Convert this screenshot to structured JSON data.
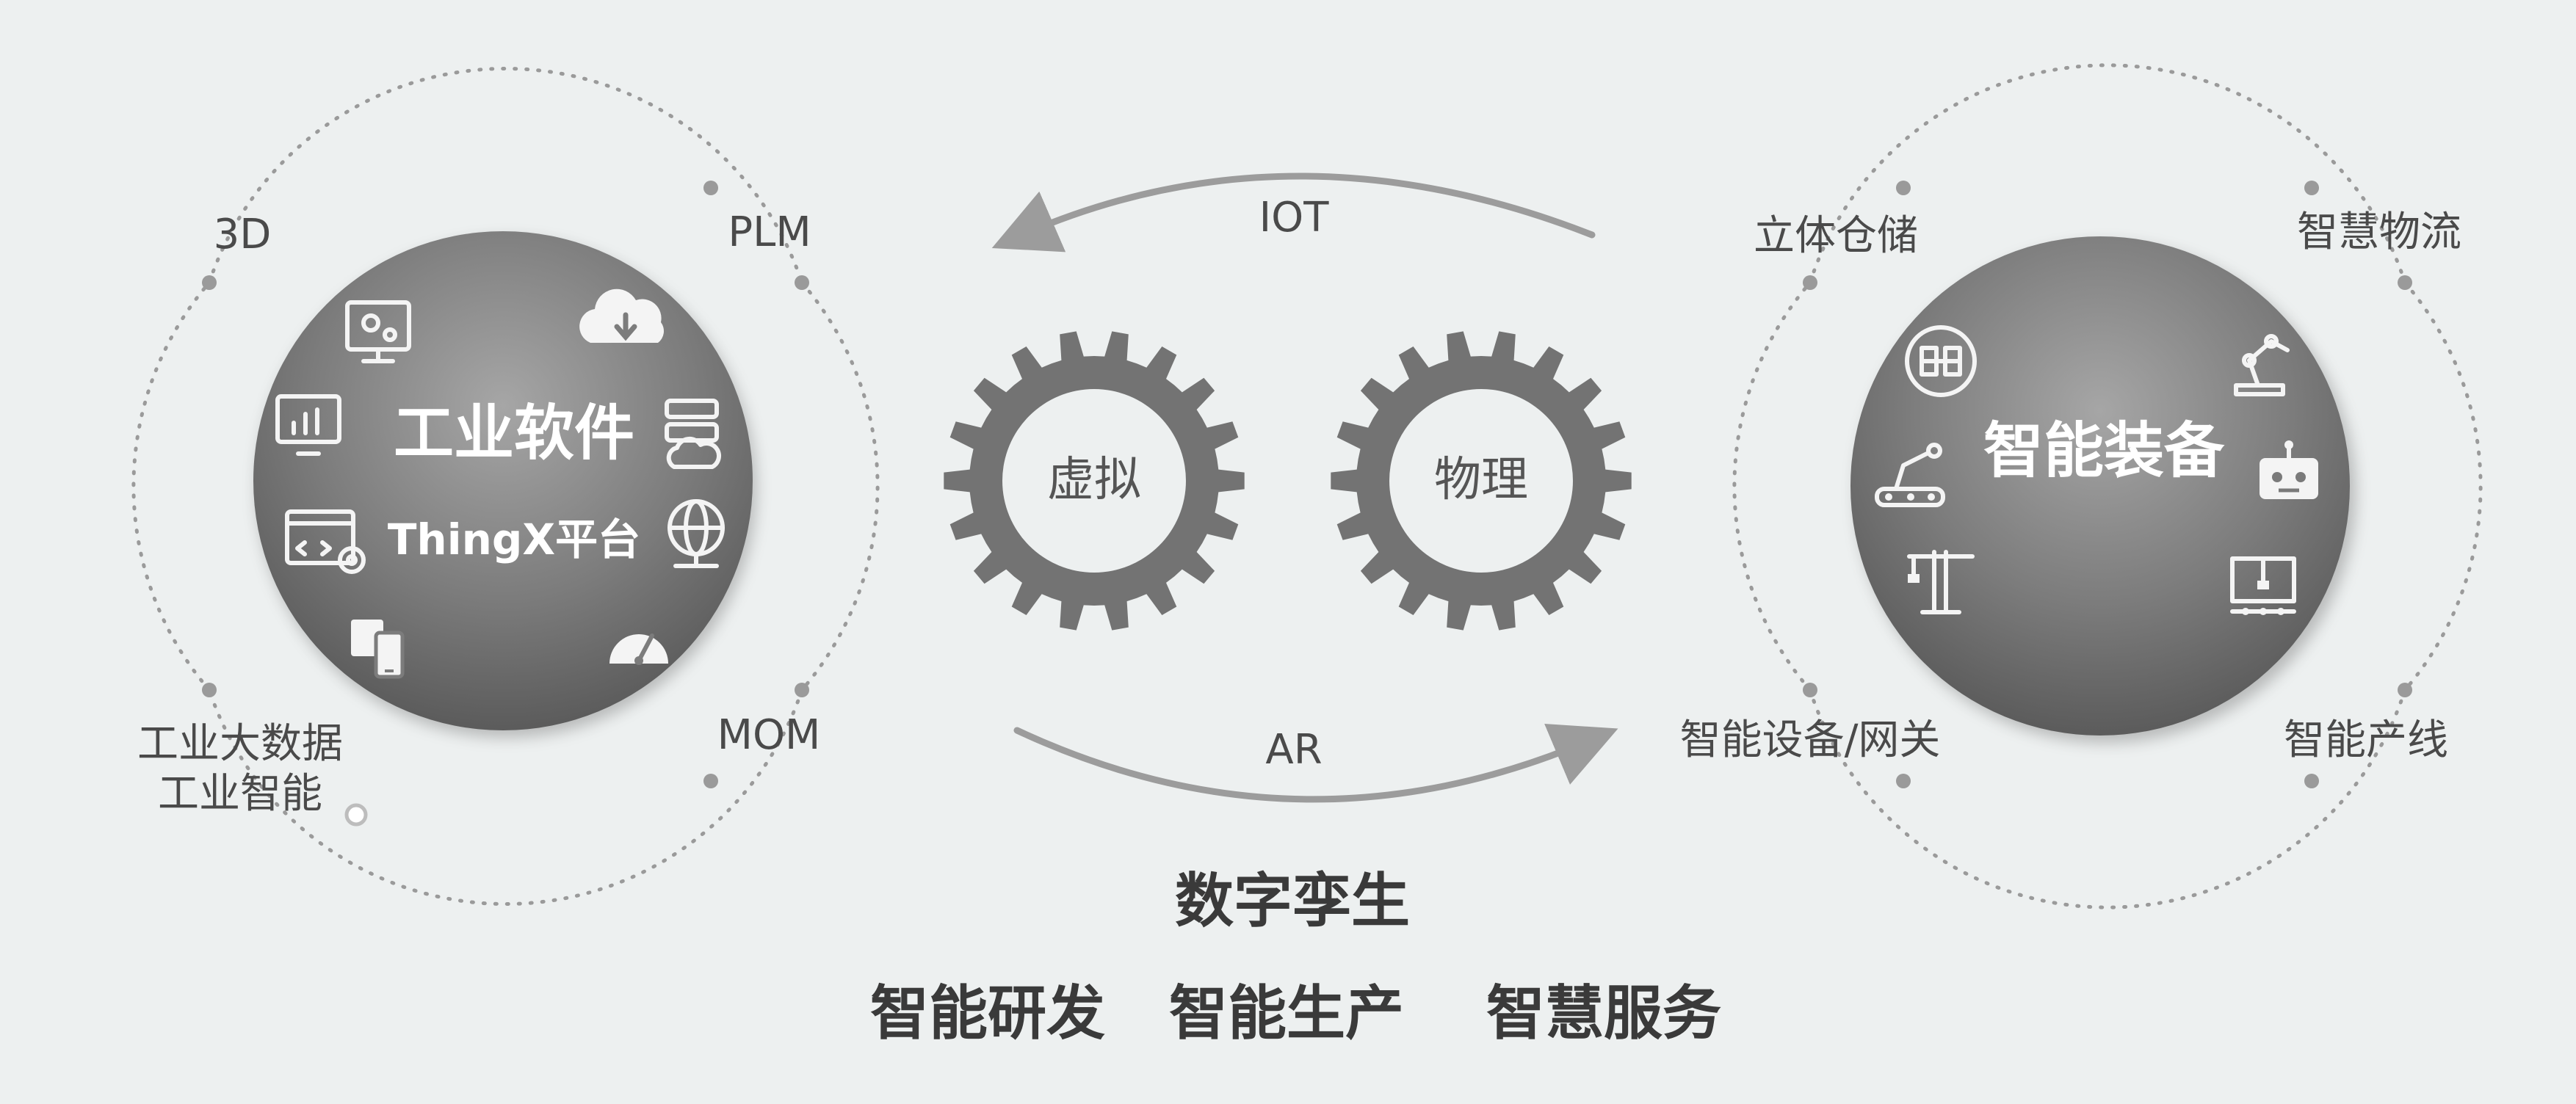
{
  "left_circle": {
    "title": "工业软件",
    "subtitle": "ThingX平台",
    "labels": {
      "top_left": "3D",
      "top_right": "PLM",
      "bottom_left_line1": "工业大数据",
      "bottom_left_line2": "工业智能",
      "bottom_right": "MOM"
    },
    "icons": [
      "monitor-settings-icon",
      "cloud-download-icon",
      "bar-chart-monitor-icon",
      "server-cloud-icon",
      "code-settings-icon",
      "globe-icon",
      "multi-device-icon",
      "speedometer-icon"
    ]
  },
  "gears": {
    "left_label": "虚拟",
    "right_label": "物理"
  },
  "arrows": {
    "top_label": "IOT",
    "bottom_label": "AR"
  },
  "right_circle": {
    "title": "智能装备",
    "labels": {
      "top_left": "立体仓储",
      "top_right": "智慧物流",
      "bottom_left": "智能设备/网关",
      "bottom_right": "智能产线"
    },
    "icons": [
      "warehouse-icon",
      "robot-arm-icon",
      "conveyor-robot-icon",
      "robot-head-icon",
      "crane-icon",
      "production-machine-icon"
    ]
  },
  "bottom": {
    "title": "数字孪生",
    "items": [
      "智能研发",
      "智能生产",
      "智慧服务"
    ]
  },
  "colors": {
    "background": "#edf0f0",
    "circle_light": "#9a9a9a",
    "circle_dark": "#5a5a5a",
    "gear": "#737373",
    "text": "#4a4a4a"
  }
}
